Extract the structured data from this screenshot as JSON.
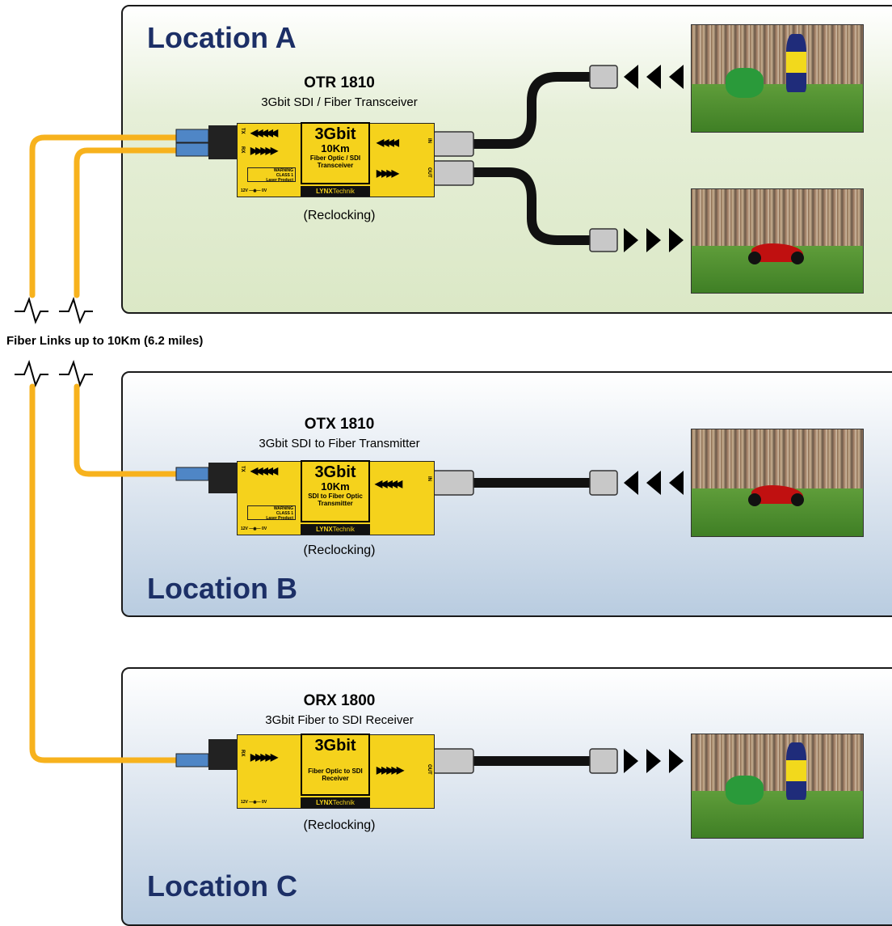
{
  "locations": {
    "a": "Location A",
    "b": "Location B",
    "c": "Location C"
  },
  "fiber_label": "Fiber Links up to 10Km (6.2 miles)",
  "devices": {
    "otr": {
      "name": "OTR 1810",
      "sub": "3Gbit SDI / Fiber Transceiver",
      "big": "3Gbit",
      "dist": "10Km",
      "desc1": "Fiber Optic / SDI",
      "desc2": "Transceiver",
      "reclock": "(Reclocking)"
    },
    "otx": {
      "name": "OTX 1810",
      "sub": "3Gbit SDI to Fiber Transmitter",
      "big": "3Gbit",
      "dist": "10Km",
      "desc1": "SDI to Fiber Optic",
      "desc2": "Transmitter",
      "reclock": "(Reclocking)"
    },
    "orx": {
      "name": "ORX 1800",
      "sub": "3Gbit Fiber to SDI Receiver",
      "big": "3Gbit",
      "desc1": "Fiber Optic to SDI",
      "desc2": "Receiver",
      "reclock": "(Reclocking)"
    }
  },
  "module_text": {
    "brand_bold": "LYNX",
    "brand_rest": "Technik",
    "warning": "WARNING",
    "class": "CLASS 1",
    "laser": "Laser Product",
    "power": "12V —◉— 0V",
    "tx": "TX",
    "rx": "RX",
    "in": "IN",
    "out": "OUT"
  },
  "colors": {
    "fiber": "#f7b21d",
    "module": "#f5d21c",
    "title": "#1c2f66"
  }
}
